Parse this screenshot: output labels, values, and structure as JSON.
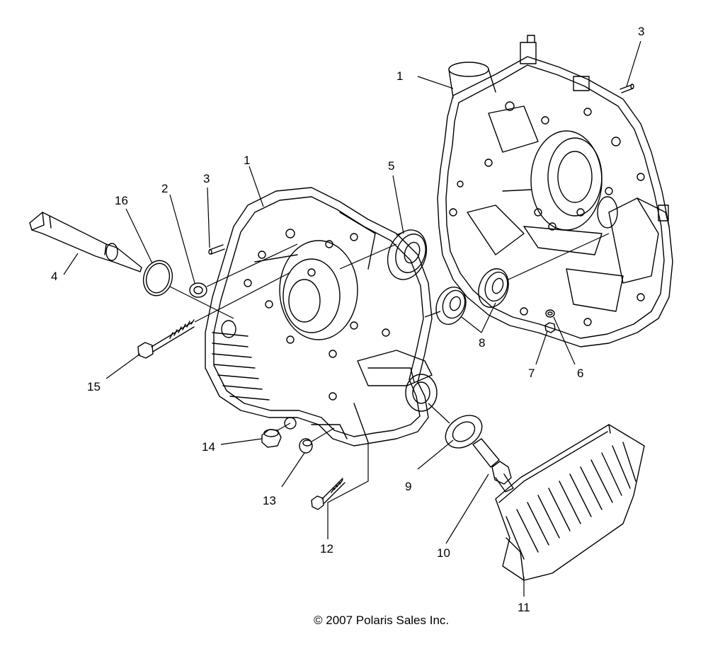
{
  "callouts": {
    "c1_right": "1",
    "c3_right": "3",
    "c1_left": "1",
    "c2": "2",
    "c3_left": "3",
    "c16": "16",
    "c4": "4",
    "c5": "5",
    "c8": "8",
    "c7": "7",
    "c6": "6",
    "c15": "15",
    "c14": "14",
    "c13": "13",
    "c12": "12",
    "c9": "9",
    "c10": "10",
    "c11": "11"
  },
  "copyright": "© 2007 Polaris Sales Inc."
}
